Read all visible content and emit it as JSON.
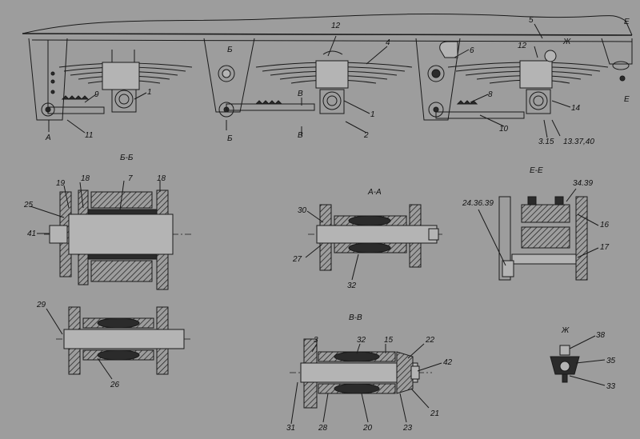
{
  "section_titles": {
    "bb": "Б-Б",
    "aa": "А-А",
    "ee": "Е-Е",
    "vv": "В-В",
    "zh": "Ж"
  },
  "cut_marks": {
    "a": "А",
    "b_top": "Б",
    "b_bottom": "Б",
    "v_top": "В",
    "v_bottom": "В",
    "zh": "Ж",
    "e_top": "Е",
    "e_bottom": "Е"
  },
  "main_view_labels": [
    "12",
    "4",
    "5",
    "6",
    "12",
    "9",
    "1",
    "1",
    "8",
    "14",
    "2",
    "10",
    "11",
    "3.15",
    "13.37,40"
  ],
  "bb_labels": [
    "19",
    "18",
    "7",
    "18",
    "25",
    "41"
  ],
  "aa_labels": [
    "30",
    "27",
    "32"
  ],
  "ee_labels": [
    "34.39",
    "24.36.39",
    "16",
    "17"
  ],
  "lower_left_labels": [
    "29",
    "26"
  ],
  "vv_labels": [
    "3",
    "32",
    "15",
    "22",
    "42",
    "21",
    "31",
    "28",
    "20",
    "23"
  ],
  "zh_labels": [
    "38",
    "35",
    "33"
  ]
}
